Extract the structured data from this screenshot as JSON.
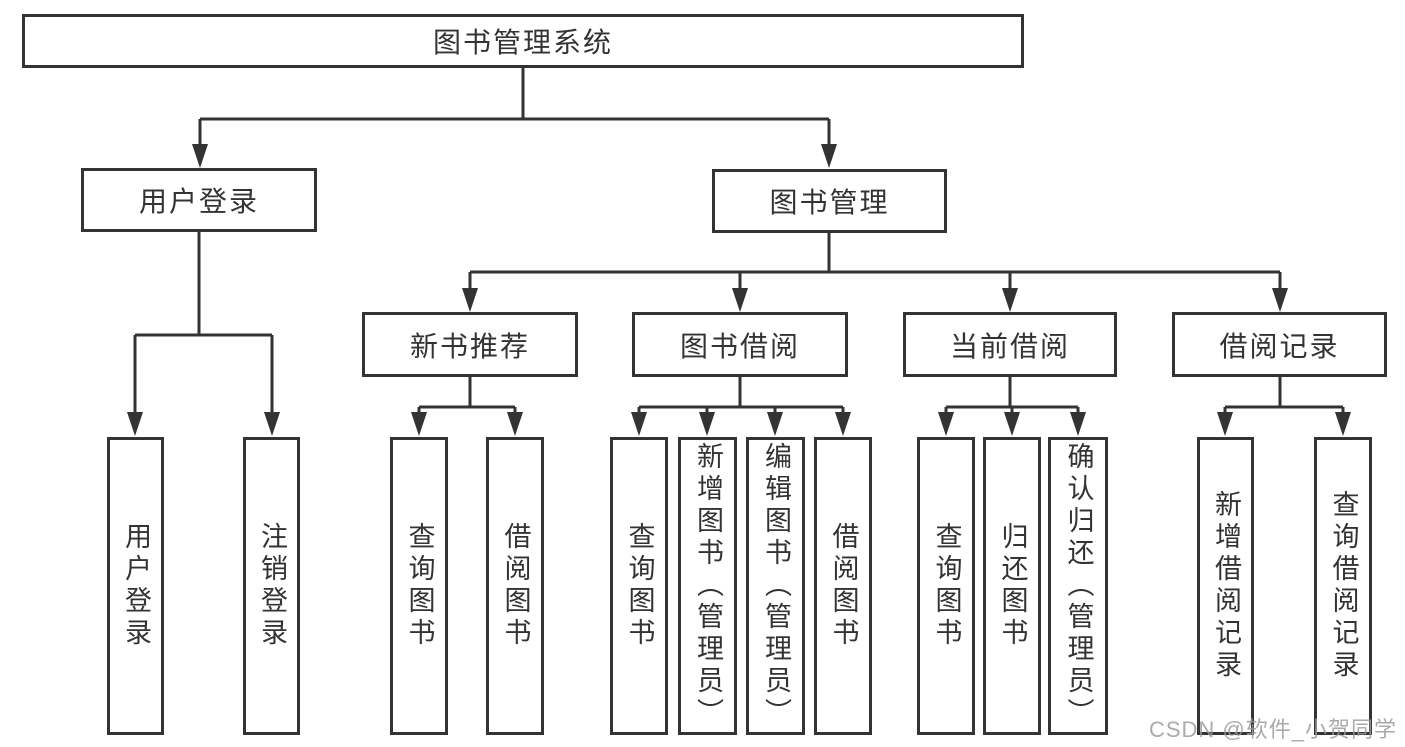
{
  "diagram": {
    "type": "tree",
    "title": "图书管理系统"
  },
  "tree": {
    "root": {
      "label": "图书管理系统"
    },
    "branches": [
      {
        "label": "用户登录",
        "children": [
          {
            "label": "用户登录"
          },
          {
            "label": "注销登录"
          }
        ]
      },
      {
        "label": "图书管理",
        "children": [
          {
            "label": "新书推荐",
            "children": [
              {
                "label": "查询图书"
              },
              {
                "label": "借阅图书"
              }
            ]
          },
          {
            "label": "图书借阅",
            "children": [
              {
                "label": "查询图书"
              },
              {
                "label": "新增图书（管理员）"
              },
              {
                "label": "编辑图书（管理员）"
              },
              {
                "label": "借阅图书"
              }
            ]
          },
          {
            "label": "当前借阅",
            "children": [
              {
                "label": "查询图书"
              },
              {
                "label": "归还图书"
              },
              {
                "label": "确认归还（管理员）"
              }
            ]
          },
          {
            "label": "借阅记录",
            "children": [
              {
                "label": "新增借阅记录"
              },
              {
                "label": "查询借阅记录"
              }
            ]
          }
        ]
      }
    ]
  },
  "watermark": {
    "text": "CSDN @软件_小贺同学"
  },
  "colors": {
    "line": "#333333",
    "box_border": "#333333",
    "text": "#333333",
    "background": "#ffffff",
    "watermark": "#9b9b9b"
  }
}
